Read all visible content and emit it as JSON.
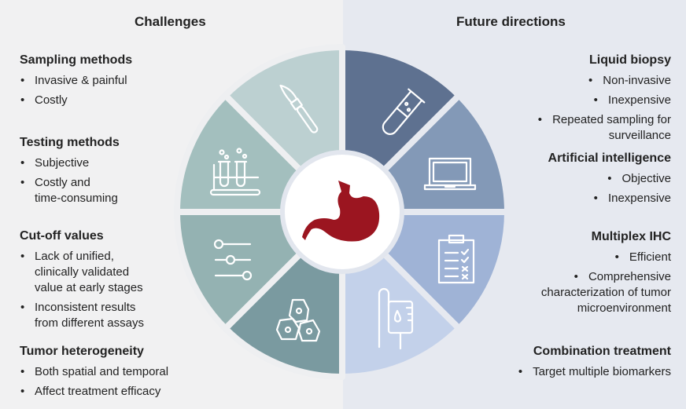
{
  "challenges": {
    "heading": "Challenges",
    "sections": [
      {
        "title": "Sampling methods",
        "items": [
          [
            "Invasive & painful"
          ],
          [
            "Costly"
          ]
        ]
      },
      {
        "title": "Testing methods",
        "items": [
          [
            "Subjective"
          ],
          [
            "Costly and",
            "time-consuming"
          ]
        ]
      },
      {
        "title": "Cut-off values",
        "items": [
          [
            "Lack of unified,",
            "clinically validated",
            "value at early stages"
          ],
          [
            "Inconsistent results",
            "from different assays"
          ]
        ]
      },
      {
        "title": "Tumor heterogeneity",
        "items": [
          [
            "Both spatial and temporal"
          ],
          [
            "Affect treatment efficacy"
          ]
        ]
      }
    ]
  },
  "future": {
    "heading": "Future directions",
    "sections": [
      {
        "title": "Liquid biopsy",
        "items": [
          [
            "Non-invasive"
          ],
          [
            "Inexpensive"
          ],
          [
            "Repeated sampling for",
            "surveillance"
          ]
        ]
      },
      {
        "title": "Artificial intelligence",
        "items": [
          [
            "Objective"
          ],
          [
            "Inexpensive"
          ]
        ]
      },
      {
        "title": "Multiplex IHC",
        "items": [
          [
            "Efficient"
          ],
          [
            "Comprehensive",
            "characterization of tumor",
            "microenvironment"
          ]
        ]
      },
      {
        "title": "Combination treatment",
        "items": [
          [
            "Target multiple biomarkers"
          ]
        ]
      }
    ]
  },
  "wheel": {
    "segments": [
      {
        "icon": "test-tube-icon",
        "color": "#5e7190"
      },
      {
        "icon": "laptop-icon",
        "color": "#8399b7"
      },
      {
        "icon": "clipboard-checklist-icon",
        "color": "#9fb3d6"
      },
      {
        "icon": "iv-drip-icon",
        "color": "#c3d1ea"
      },
      {
        "icon": "cells-icon",
        "color": "#7a9aa0"
      },
      {
        "icon": "sliders-icon",
        "color": "#94b2b2"
      },
      {
        "icon": "test-tube-rack-icon",
        "color": "#a3bfbe"
      },
      {
        "icon": "scalpel-icon",
        "color": "#bcd0d1"
      }
    ],
    "center_icon": "stomach-icon",
    "center_color": "#9b1520"
  }
}
